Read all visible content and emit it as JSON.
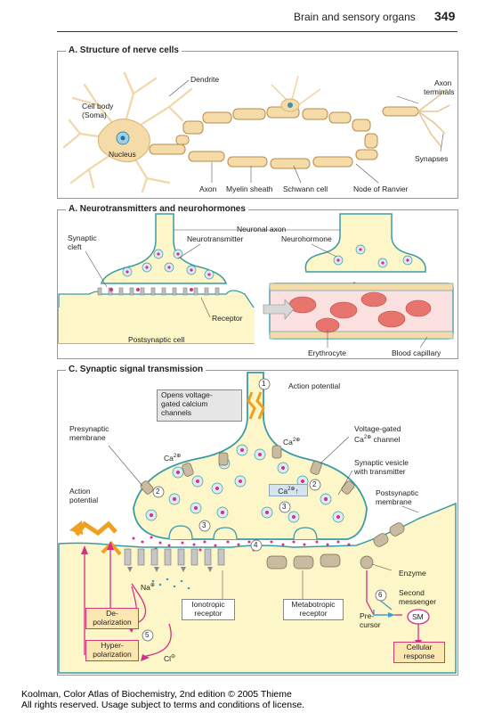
{
  "header": {
    "title": "Brain and sensory organs",
    "page_number": "349"
  },
  "panelA": {
    "title": "A. Structure of nerve cells",
    "labels": {
      "dendrite": "Dendrite",
      "cell_body": "Cell body",
      "soma": "(Soma)",
      "nucleus": "Nucleus",
      "axon_terminals_1": "Axon",
      "axon_terminals_2": "terminals",
      "synapses": "Synapses",
      "axon": "Axon",
      "myelin": "Myelin sheath",
      "schwann": "Schwann cell",
      "ranvier": "Node of Ranvier"
    }
  },
  "panelB": {
    "title": "A. Neurotransmitters and neurohormones",
    "labels": {
      "neuronal_axon": "Neuronal axon",
      "synaptic_cleft_1": "Synaptic",
      "synaptic_cleft_2": "cleft",
      "neurotransmitter": "Neurotransmitter",
      "neurohormone": "Neurohormone",
      "receptor": "Receptor",
      "postsynaptic_cell": "Postsynaptic cell",
      "erythrocyte": "Erythrocyte",
      "blood_capillary": "Blood capillary"
    }
  },
  "panelC": {
    "title": "C. Synaptic signal transmission",
    "labels": {
      "opens_1": "Opens voltage-",
      "opens_2": "gated calcium",
      "opens_3": "channels",
      "action_potential_top": "Action potential",
      "presynaptic_1": "Presynaptic",
      "presynaptic_2": "membrane",
      "ca_left": "Ca",
      "ca_mid": "Ca",
      "ca_up": "Ca",
      "voltage_1": "Voltage-gated",
      "voltage_2": "Ca",
      "voltage_3": "channel",
      "vesicle_1": "Synaptic vesicle",
      "vesicle_2": "with transmitter",
      "action_potential_left_1": "Action",
      "action_potential_left_2": "potential",
      "postsynaptic_1": "Postsynaptic",
      "postsynaptic_2": "membrane",
      "enzyme": "Enzyme",
      "second_1": "Second",
      "second_2": "messenger",
      "precursor_1": "Pre-",
      "precursor_2": "cursor",
      "sm": "SM",
      "na": "Na",
      "cl": "Cl",
      "ionotropic_1": "Ionotropic",
      "ionotropic_2": "receptor",
      "metabotropic_1": "Metabotropic",
      "metabotropic_2": "receptor",
      "depol_1": "De-",
      "depol_2": "polarization",
      "hyperpol_1": "Hyper-",
      "hyperpol_2": "polarization",
      "cellular_1": "Cellular",
      "cellular_2": "response",
      "sup_2plus": "2⊕",
      "sup_plus": "⊕",
      "sup_minus": "⊖",
      "num1": "1",
      "num2": "2",
      "num3": "3",
      "num4": "4",
      "num5": "5",
      "num6": "6",
      "up_arrow": "↑"
    }
  },
  "footer": {
    "line1": "Koolman, Color Atlas of Biochemistry, 2nd edition © 2005 Thieme",
    "line2": "All rights reserved. Usage subject to terms and conditions of license."
  },
  "colors": {
    "cell": "#fdf6c8",
    "outline": "#3b9aa8",
    "vesicle": "#dcebf0",
    "transmitter": "#d4308a",
    "erythrocyte": "#e8746e",
    "box_fill": "#fde7b0",
    "action": "#f0a020"
  }
}
